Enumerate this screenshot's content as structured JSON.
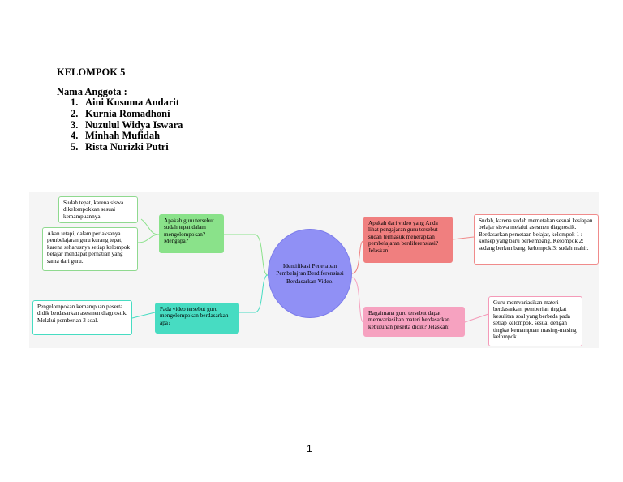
{
  "heading": "KELOMPOK 5",
  "members_title": "Nama Anggota :",
  "members": [
    {
      "num": "1.",
      "name": "Aini Kusuma Andarit"
    },
    {
      "num": "2.",
      "name": "Kurnia Romadhoni"
    },
    {
      "num": "3.",
      "name": "Nuzulul Widya Iswara"
    },
    {
      "num": "4.",
      "name": "Minhah Mufidah"
    },
    {
      "num": "5.",
      "name": "Rista Nurizki Putri"
    }
  ],
  "mindmap": {
    "center": "Identifikasi Penerapan Pembelajran Berdiferensiasi Berdasarkan Video.",
    "q1": "Apakah guru tersebut sudah tepat dalam mengelompokan? Mengapa?",
    "q1_a1": "Sudah tepat, karena siswa dikelompokkan sesuai kemampuannya.",
    "q1_a2": "Akan tetapi, dalam perlaksanya pembelajaran guru kurang tepat, karena seharusnya setiap kelompok belajar mendapat perhatian yang sama dari guru.",
    "q2": "Pada video tersebut guru mengelompokan berdasarkan apa?",
    "q2_a1": "Pengelompokan kemampuan peserta didik berdasarkan asesmen diagnostik. Melalui pemberian 3 soal.",
    "q3": "Apakah dari video yang Anda lihat pengajaran guru tersebut sudah termasuk menerapkan pembelajaran berdiferensiasi? Jelaskan!",
    "q3_a1": "Sudah, karena sudah memetakan sesuai kesiapan belajar siswa melalui asesmen diagnostik. Berdasarkan pemetaan belajar, kelompok 1 : konsep yang baru berkembang, Kelompok 2: sedang berkembang, kelompok 3: sudah mahir.",
    "q4": "Bagaimana guru tersebut dapat memvariasikan materi berdasarkan kebutuhan peserta didik? Jelaskan!",
    "q4_a1": "Guru memvariasikan materi berdasarkan, pemberian tingkat kesulitan soal yang berbeda pada setiap kelompok, sesuai dengan tingkat kemampuan masing-masing kelompok."
  },
  "colors": {
    "green": "#8ae28a",
    "teal": "#47dcc2",
    "red": "#f07f7f",
    "pink": "#f6a2c0",
    "center": "#9090f5"
  },
  "page_number": "1"
}
